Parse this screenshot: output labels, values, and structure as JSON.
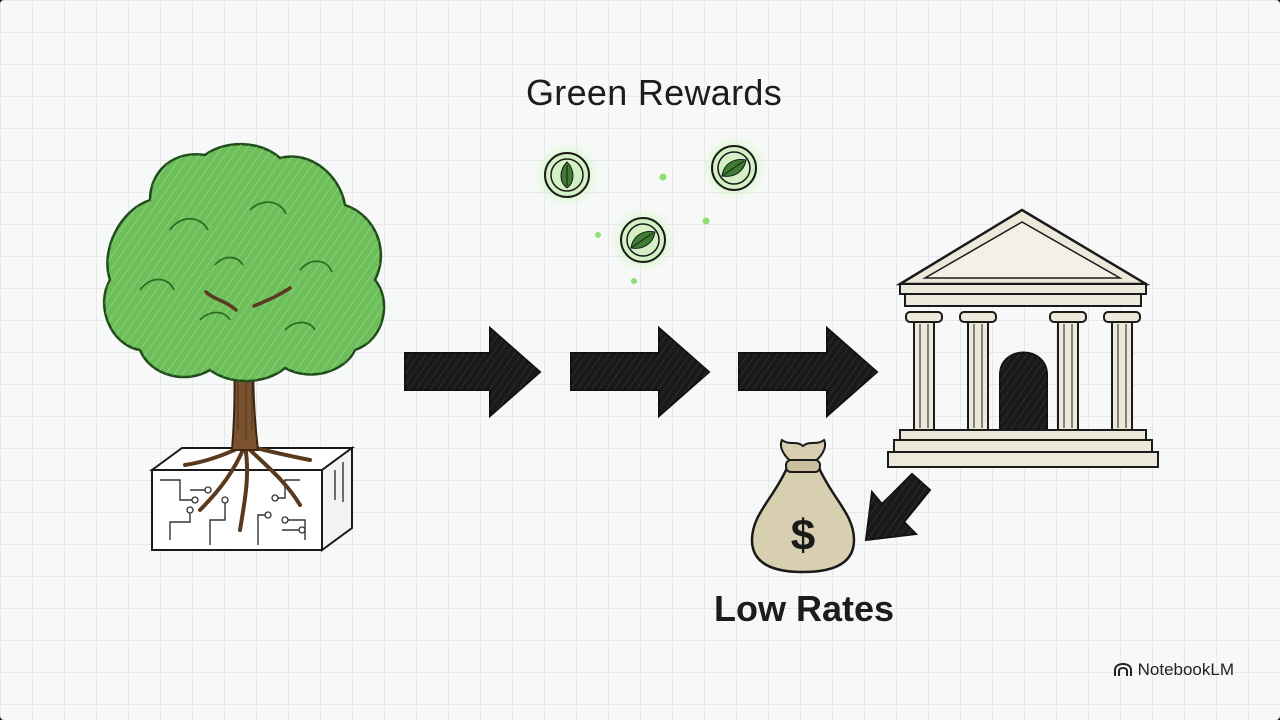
{
  "title": "Green Rewards",
  "caption": "Low Rates",
  "brand": {
    "name": "NotebookLM",
    "icon": "notebooklm-logo-icon"
  },
  "icons": [
    "tree-with-circuit-roots-icon",
    "arrow-right-icon",
    "leaf-coin-icon",
    "bank-building-icon",
    "money-bag-icon",
    "arrow-down-left-icon"
  ],
  "colors": {
    "leaf_green": "#6dbf5a",
    "glow": "#b9f0a2",
    "bank": "#ece8da",
    "bag": "#d8cfb1",
    "ink": "#1a1a1a"
  }
}
